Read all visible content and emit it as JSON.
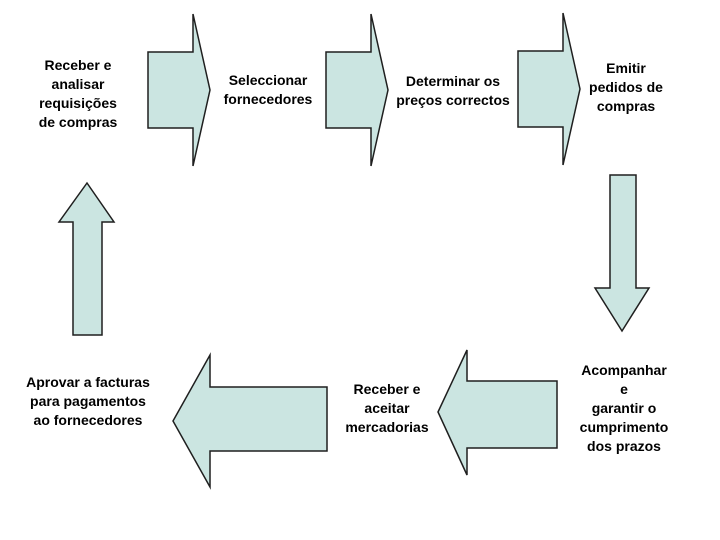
{
  "diagram": {
    "background": "#ffffff",
    "arrow_fill": "#cbe5e1",
    "arrow_stroke": "#1f1f1f",
    "text_color": "#000000",
    "steps": [
      {
        "id": "receber-analisar",
        "label": "Receber e\nanalisar\nrequisições\nde compras"
      },
      {
        "id": "seleccionar-fornecedores",
        "label": "Seleccionar\nfornecedores"
      },
      {
        "id": "determinar-precos",
        "label": "Determinar os\npreços correctos"
      },
      {
        "id": "emitir-pedidos",
        "label": "Emitir\npedidos de\ncompras"
      },
      {
        "id": "acompanhar-prazos",
        "label": "Acompanhar e\ngarantir o\ncumprimento\ndos prazos"
      },
      {
        "id": "receber-mercadorias",
        "label": "Receber e\naceitar\nmercadorias"
      },
      {
        "id": "aprovar-facturas",
        "label": "Aprovar a facturas\npara pagamentos\nao fornecedores"
      }
    ],
    "arrows": [
      {
        "id": "arrow-1-to-2",
        "direction": "right"
      },
      {
        "id": "arrow-2-to-3",
        "direction": "right"
      },
      {
        "id": "arrow-3-to-4",
        "direction": "right"
      },
      {
        "id": "arrow-4-to-5",
        "direction": "down"
      },
      {
        "id": "arrow-5-to-6",
        "direction": "left"
      },
      {
        "id": "arrow-6-to-7",
        "direction": "left"
      },
      {
        "id": "arrow-7-to-1",
        "direction": "up"
      }
    ]
  }
}
